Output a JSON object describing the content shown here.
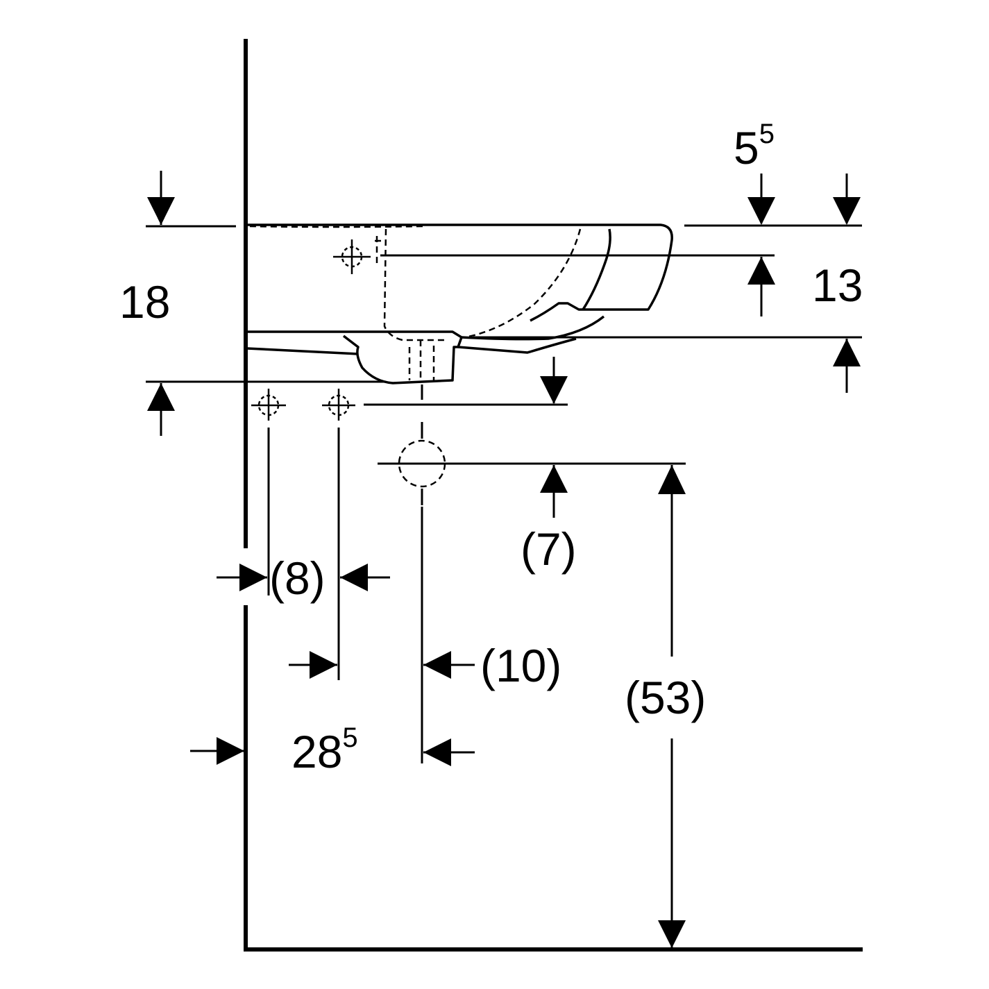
{
  "diagram": {
    "colors": {
      "line": "#000000",
      "background": "#ffffff"
    },
    "dimensions": {
      "overall_height": "18",
      "rim_thickness_base": "5",
      "rim_thickness_sup": "5",
      "overflow_height": "13",
      "tap_spacing": "(8)",
      "drain_offset": "(10)",
      "wall_to_tap_base": "28",
      "wall_to_tap_sup": "5",
      "drain_drop": "(7)",
      "mounting_height": "(53)"
    }
  }
}
